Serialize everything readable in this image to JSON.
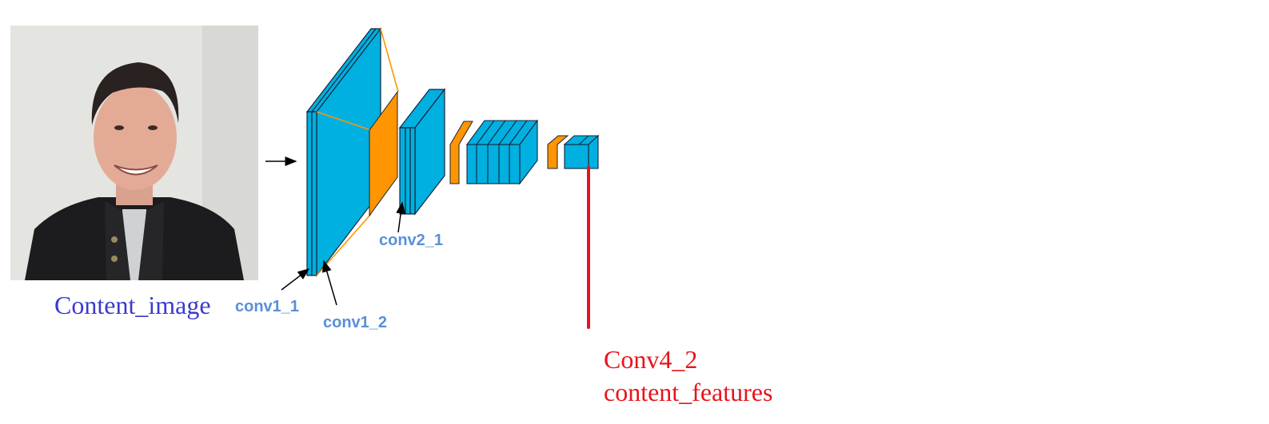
{
  "content_image_label": "Content_image",
  "layers": {
    "conv1_1": "conv1_1",
    "conv1_2": "conv1_2",
    "conv2_1": "conv2_1"
  },
  "output": {
    "layer": "Conv4_2",
    "name": "content_features"
  },
  "colors": {
    "conv": "#00b0e0",
    "pool": "#ff9500",
    "layer_label": "#5b8fd8",
    "caption": "#3a3ad0",
    "output": "#e8141c",
    "outline": "#14243a"
  },
  "icons": {
    "input_arrow": "arrow-right-icon"
  }
}
